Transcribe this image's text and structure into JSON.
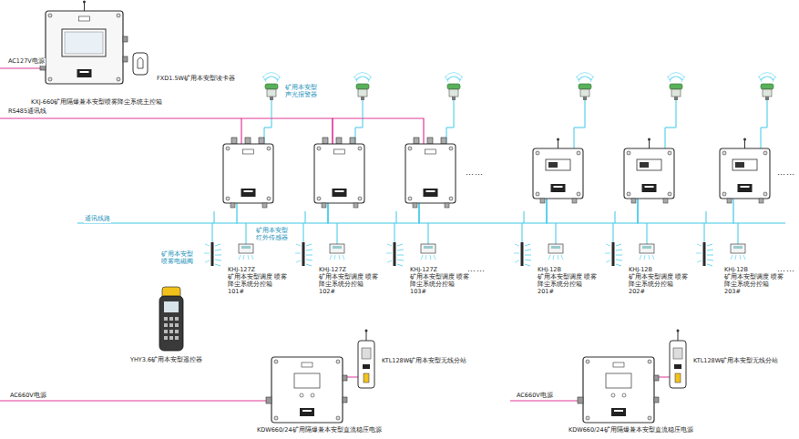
{
  "diagram": {
    "nodes": [
      {
        "text": [
          "KXJ-660矿用隔爆兼本安型喷雾降尘系统主控箱"
        ]
      },
      {
        "text": [
          "FXD1.5W矿用本安型读卡器"
        ]
      },
      {
        "text": [
          "KHJ-127Z",
          "矿用本安型调度 喷雾降尘系统分控箱",
          "101#"
        ]
      },
      {
        "text": [
          "KHJ-127Z",
          "矿用本安型调度 喷雾降尘系统分控箱",
          "102#"
        ]
      },
      {
        "text": [
          "KHJ-127Z",
          "矿用本安型调度 喷雾降尘系统分控箱",
          "103#"
        ]
      },
      {
        "text": [
          "KHJ-12B",
          "矿用本安型调度 喷雾降尘系统分控箱",
          "201#"
        ]
      },
      {
        "text": [
          "KHJ-12B",
          "矿用本安型调度 喷雾降尘系统分控箱",
          "202#"
        ]
      },
      {
        "text": [
          "KHJ-12B",
          "矿用本安型调度 喷雾降尘系统分控箱",
          "203#"
        ]
      },
      {
        "text": [
          "YHY3.6矿用本安型遥控器"
        ]
      },
      {
        "text": [
          "KDW660/24矿用隔爆兼本安型直流稳压电源"
        ]
      },
      {
        "text": [
          "KTL128W矿用本安型无线分站"
        ]
      },
      {
        "text": [
          "KDW660/24矿用隔爆兼本安型直流稳压电源"
        ]
      },
      {
        "text": [
          "KTL128W矿用本安型无线分站"
        ]
      }
    ],
    "edges": [
      {
        "from": 2,
        "to": 3,
        "arrow": "none"
      },
      {
        "from": 3,
        "to": 4,
        "arrow": "none"
      },
      {
        "from": 2,
        "to": 3,
        "arrow": "none"
      },
      {
        "from": 3,
        "to": 4,
        "arrow": "none"
      },
      {
        "from": 4,
        "to": 5,
        "arrow": "none"
      },
      {
        "from": 5,
        "to": 6,
        "arrow": "none"
      },
      {
        "from": 6,
        "to": 7,
        "arrow": "none"
      },
      {
        "from": 9,
        "to": 10,
        "arrow": "none"
      },
      {
        "from": 11,
        "to": 12,
        "arrow": "none"
      }
    ],
    "labels": [
      "AC127V电源",
      "RS485通讯线",
      "矿用本安型 声光报警器",
      "通讯线路",
      "矿用本安型 红外传感器",
      "矿用本安型 喷雾电磁阀",
      "……",
      "……",
      "……",
      "……",
      "AC660V电源",
      "AC660V电源"
    ]
  }
}
